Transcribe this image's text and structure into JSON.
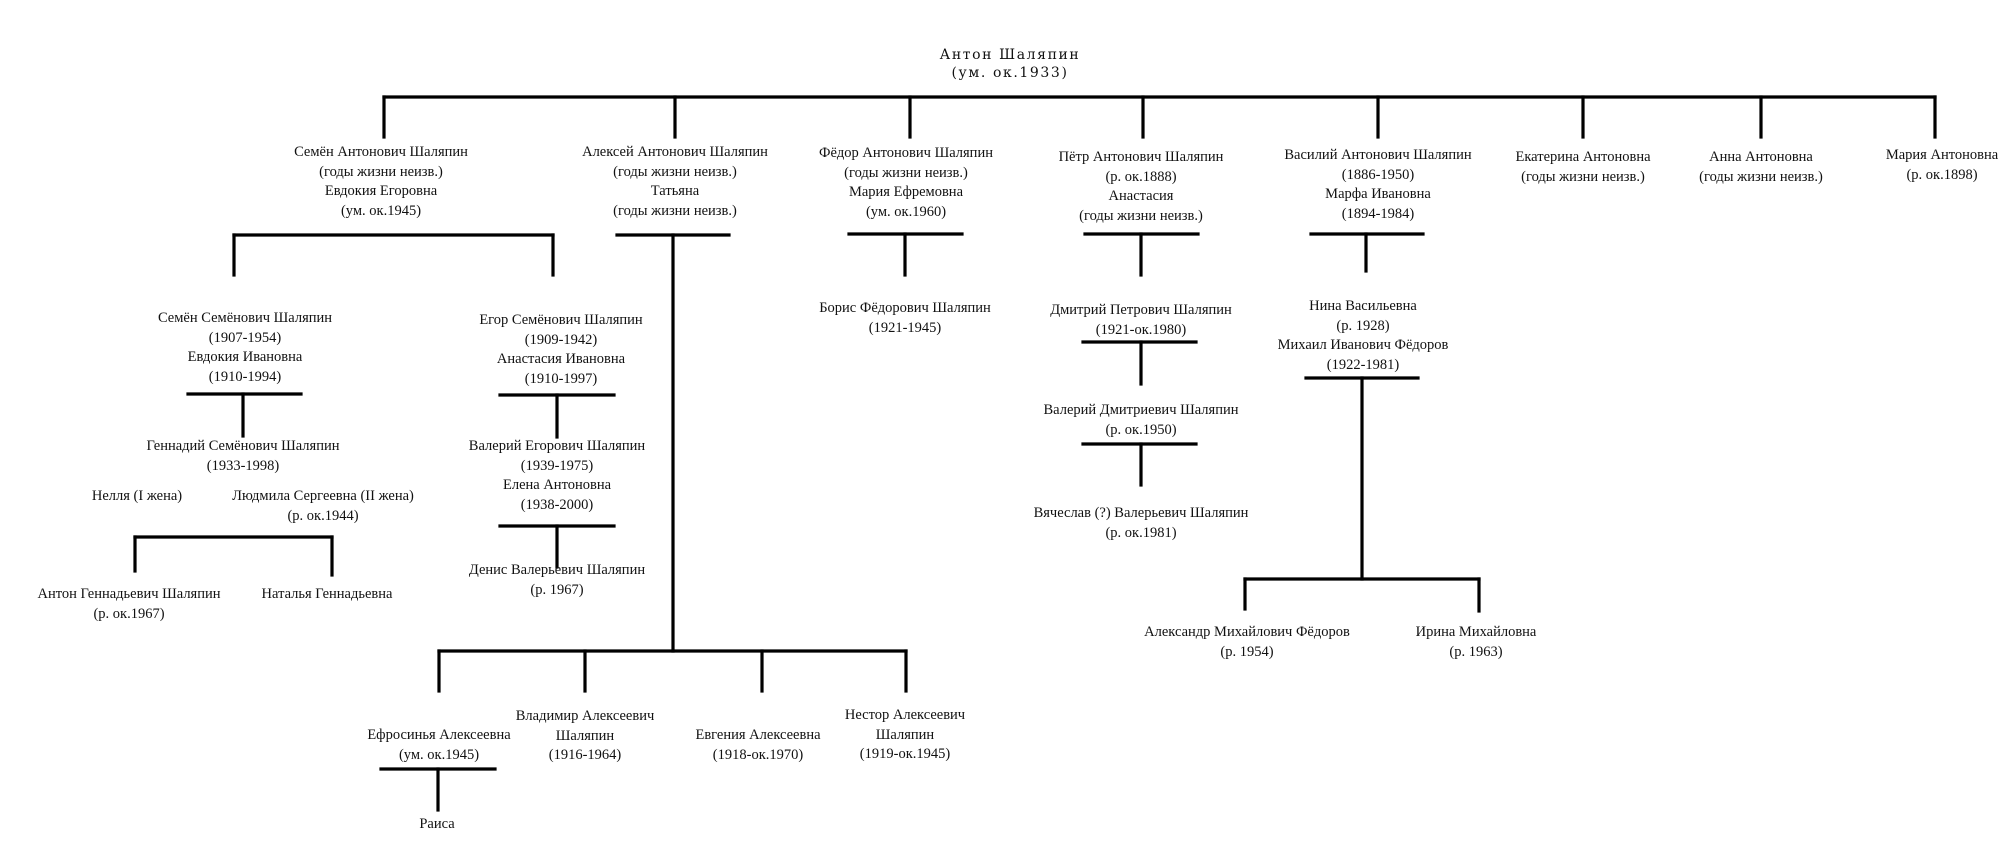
{
  "title": "Шаляпин family tree",
  "root": {
    "lines": [
      "Антон Шаляпин",
      "(ум. ок.1933)"
    ]
  },
  "nodes": {
    "semyon_a": [
      "Семён Антонович Шаляпин",
      "(годы жизни неизв.)",
      "Евдокия Егоровна",
      "(ум. ок.1945)"
    ],
    "aleksey_a": [
      "Алексей Антонович Шаляпин",
      "(годы жизни неизв.)",
      "Татьяна",
      "(годы жизни неизв.)"
    ],
    "fyodor_a": [
      "Фёдор Антонович Шаляпин",
      "(годы жизни неизв.)",
      "Мария Ефремовна",
      "(ум. ок.1960)"
    ],
    "pyotr_a": [
      "Пётр Антонович Шаляпин",
      "(р. ок.1888)",
      "Анастасия",
      "(годы жизни неизв.)"
    ],
    "vasiliy_a": [
      "Василий Антонович Шаляпин",
      "(1886-1950)",
      "Марфа Ивановна",
      "(1894-1984)"
    ],
    "ekaterina_a": [
      "Екатерина Антоновна",
      "(годы жизни неизв.)"
    ],
    "anna_a": [
      "Анна Антоновна",
      "(годы жизни неизв.)"
    ],
    "maria_a": [
      "Мария Антоновна",
      "(р. ок.1898)"
    ],
    "semyon_s": [
      "Семён Семёнович Шаляпин",
      "(1907-1954)",
      "Евдокия Ивановна",
      "(1910-1994)"
    ],
    "egor_s": [
      "Егор Семёнович Шаляпин",
      "(1909-1942)",
      "Анастасия Ивановна",
      "(1910-1997)"
    ],
    "gennadiy_s": [
      "Геннадий Семёнович Шаляпин",
      "(1933-1998)"
    ],
    "nelly": [
      "Нелля (I жена)"
    ],
    "lyudmila": [
      "Людмила Сергеевна (II жена)",
      "(р. ок.1944)"
    ],
    "anton_g": [
      "Антон Геннадьевич Шаляпин",
      "(р. ок.1967)"
    ],
    "natalya_g": [
      "Наталья Геннадьевна"
    ],
    "valeriy_e": [
      "Валерий Егорович Шаляпин",
      "(1939-1975)",
      "Елена Антоновна",
      "(1938-2000)"
    ],
    "denis_v": [
      "Денис Валерьевич Шаляпин",
      "(р. 1967)"
    ],
    "efrosinya": [
      "Ефросинья Алексеевна",
      "(ум. ок.1945)"
    ],
    "vladimir": [
      "Владимир Алексеевич",
      "Шаляпин",
      "(1916-1964)"
    ],
    "evgeniya": [
      "Евгения Алексеевна",
      "(1918-ок.1970)"
    ],
    "nestor": [
      "Нестор Алексеевич",
      "Шаляпин",
      "(1919-ок.1945)"
    ],
    "raisa": [
      "Раиса"
    ],
    "boris_f": [
      "Борис Фёдорович Шаляпин",
      "(1921-1945)"
    ],
    "dmitriy_p": [
      "Дмитрий Петрович Шаляпин",
      "(1921-ок.1980)"
    ],
    "valeriy_d": [
      "Валерий Дмитриевич Шаляпин",
      "(р. ок.1950)"
    ],
    "vyacheslav": [
      "Вячеслав (?) Валерьевич Шаляпин",
      "(р. ок.1981)"
    ],
    "nina_v": [
      "Нина Васильевна",
      "(р. 1928)",
      "Михаил Иванович Фёдоров",
      "(1922-1981)"
    ],
    "aleksandr_m": [
      "Александр Михайлович Фёдоров",
      "(р. 1954)"
    ],
    "irina_m": [
      "Ирина Михайловна",
      "(р. 1963)"
    ]
  }
}
